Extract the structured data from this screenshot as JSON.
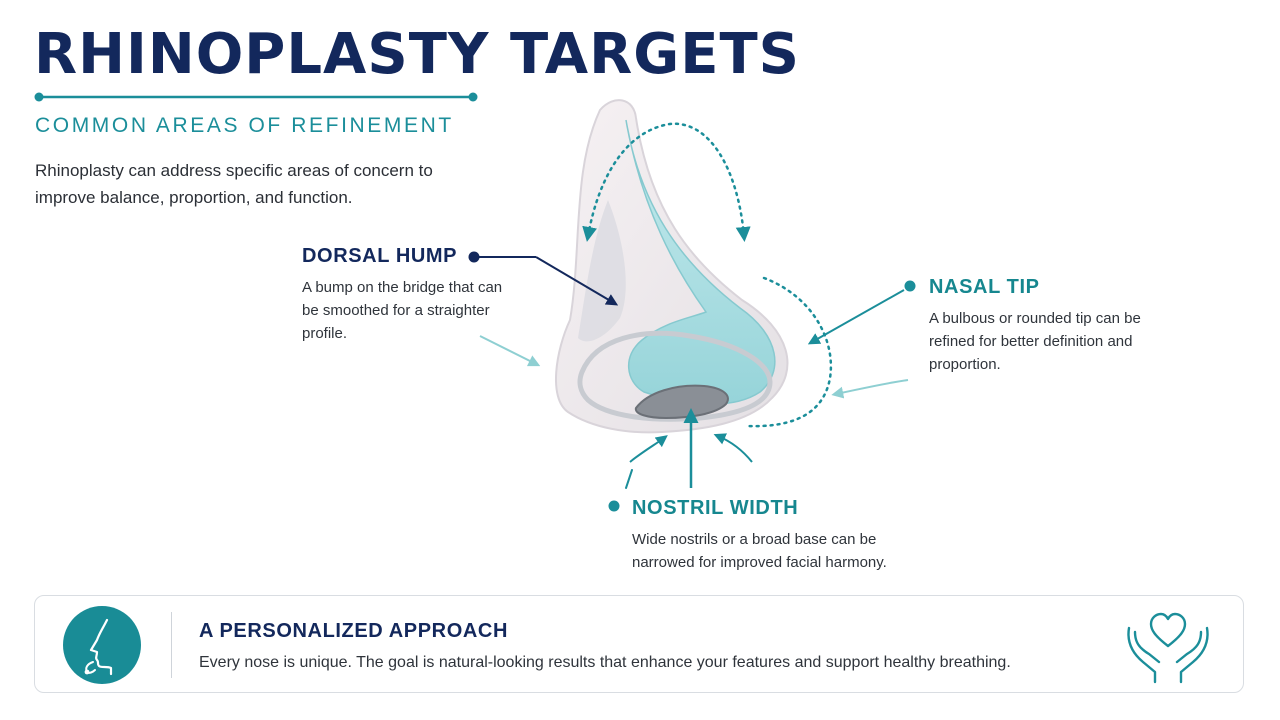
{
  "header": {
    "title": "RHINOPLASTY TARGETS",
    "subtitle": "COMMON AREAS OF REFINEMENT",
    "intro": "Rhinoplasty can address specific areas of concern to improve balance, proportion, and function."
  },
  "labels": {
    "dorsal_hump": {
      "title": "DORSAL HUMP",
      "text": "A bump on the bridge that can be smoothed for a straighter profile."
    },
    "nasal_tip": {
      "title": "NASAL TIP",
      "text": "A bulbous or rounded tip can be refined for better definition and proportion."
    },
    "nostril_width": {
      "title": "NOSTRIL WIDTH",
      "text": "Wide nostrils or a broad base can be narrowed for improved facial harmony."
    }
  },
  "footer": {
    "title": "A PERSONALIZED APPROACH",
    "text": "Every nose is unique. The goal is natural-looking results that enhance your features and support healthy breathing."
  },
  "icons": {
    "badge": "face-profile-icon",
    "right": "heart-hands-icon"
  },
  "colors": {
    "navy": "#13285c",
    "teal": "#1b8e9a",
    "light_teal": "#a9dfe3",
    "skin": "#efe7ea"
  }
}
